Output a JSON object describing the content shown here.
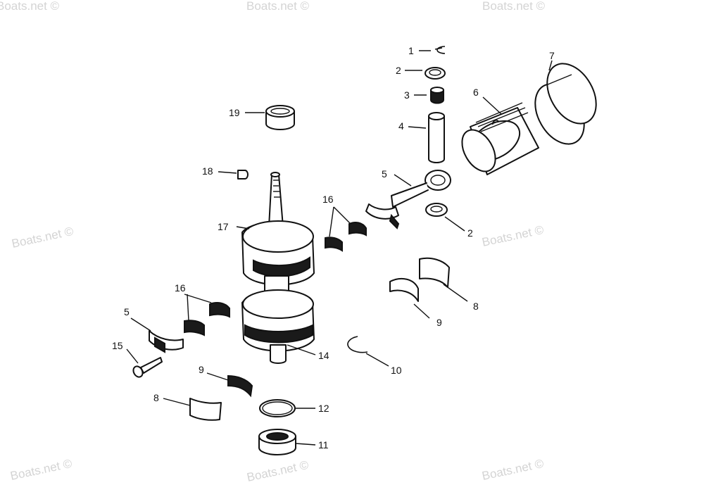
{
  "watermark": "Boats.net ©",
  "callouts": {
    "c1": "1",
    "c2a": "2",
    "c3": "3",
    "c4": "4",
    "c5a": "5",
    "c6": "6",
    "c7": "7",
    "c2b": "2",
    "c19": "19",
    "c18": "18",
    "c16a": "16",
    "c17": "17",
    "c16b": "16",
    "c5b": "5",
    "c15": "15",
    "c8a": "8",
    "c9a": "9",
    "c14": "14",
    "c10": "10",
    "c9b": "9",
    "c8b": "8",
    "c12": "12",
    "c11": "11"
  }
}
